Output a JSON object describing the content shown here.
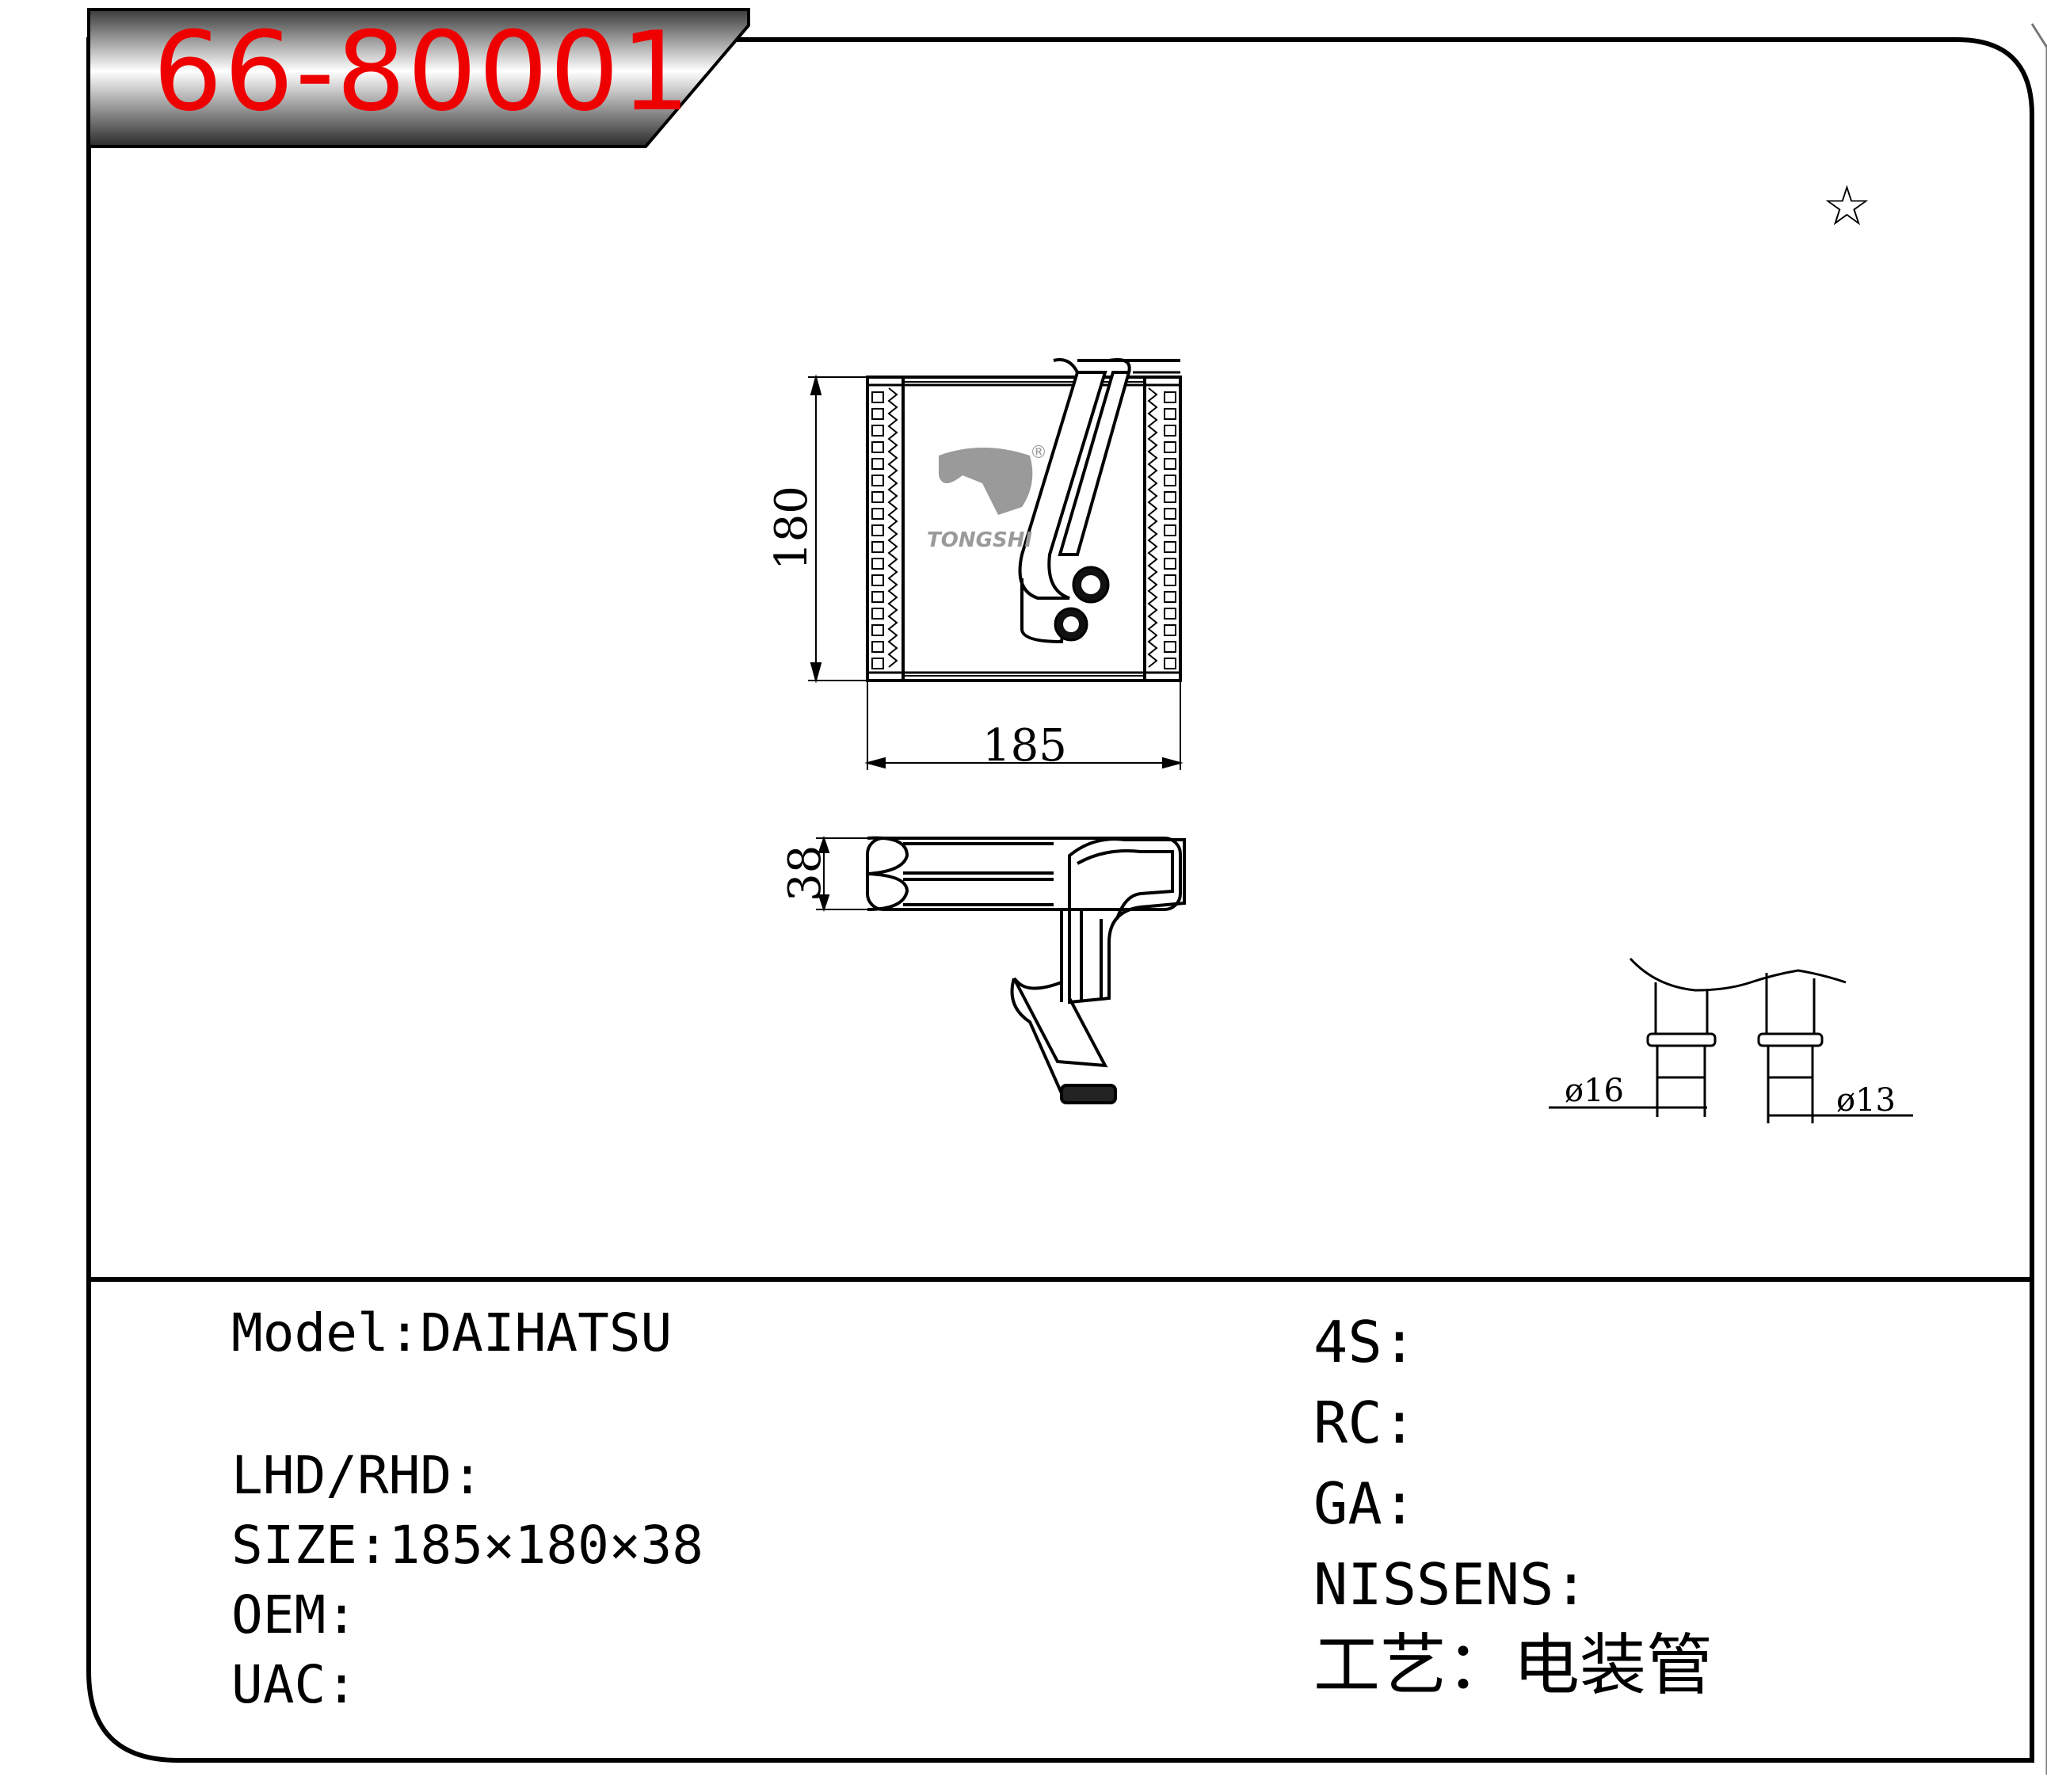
{
  "header": {
    "part_number": "66-80001"
  },
  "marker": {
    "star": "☆"
  },
  "drawing": {
    "dim_height": "180",
    "dim_width": "185",
    "dim_depth": "38",
    "pipe_diameter_a": "ø16",
    "pipe_diameter_b": "ø13",
    "logo_text": "TONGSHI",
    "logo_mark": "®"
  },
  "specs_left": {
    "model": "Model:DAIHATSU",
    "lhd_rhd": "LHD/RHD:",
    "size": "SIZE:185×180×38",
    "oem": "OEM:",
    "uac": "UAC:"
  },
  "specs_right": {
    "four_s": "4S:",
    "rc": "RC:",
    "ga": "GA:",
    "nissens": "NISSENS:",
    "process": "工艺：电装管"
  },
  "colors": {
    "part_number": "#ee0000",
    "line": "#000000",
    "logo": "#9a9a9a"
  }
}
